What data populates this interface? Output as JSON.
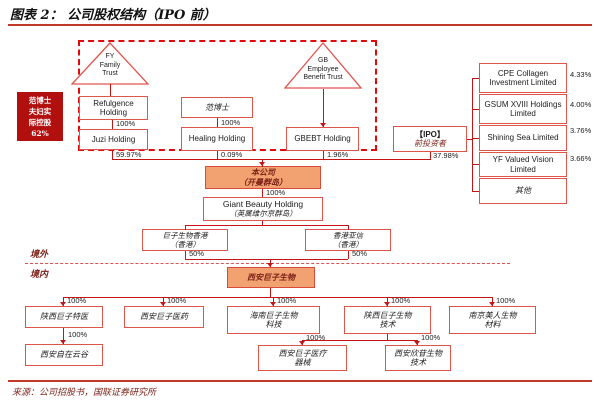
{
  "figure": {
    "title": "图表 2： 公司股权结构（IPO 前）",
    "source": "来源：公司招股书，国联证券研究所"
  },
  "annotation": {
    "lines": [
      "范博士",
      "夫妇实",
      "际控股",
      "62%"
    ]
  },
  "regions": {
    "offshore": "境外",
    "onshore": "境内"
  },
  "trusts": {
    "fy": {
      "line1": "FY",
      "line2": "Family",
      "line3": "Trust"
    },
    "gb": {
      "line1": "GB",
      "line2": "Employee",
      "line3": "Benefit Trust"
    }
  },
  "holdings": {
    "refulgence": {
      "name": "Refulgence Holding",
      "pct_to_juzi": "100%"
    },
    "fan": {
      "name": "范博士",
      "pct_to_healing": "100%"
    },
    "juzi": {
      "name": "Juzi Holding",
      "stake": "59.97%"
    },
    "healing": {
      "name": "Healing Holding",
      "stake": "0.09%"
    },
    "gbebt": {
      "name": "GBEBT Holding",
      "stake": "1.96%"
    },
    "ipo": {
      "title": "【IPO】",
      "subtitle": "前投资者",
      "stake": "37.98%"
    }
  },
  "pre_ipo_investors": [
    {
      "name": "CPE Collagen Investment Limited",
      "pct": "4.33%"
    },
    {
      "name": "GSUM XVIII Holdings Limited",
      "pct": "4.00%"
    },
    {
      "name": "Shining Sea Limited",
      "pct": "3.76%"
    },
    {
      "name": "YF Valued Vision Limited",
      "pct": "3.66%"
    },
    {
      "name": "其他"
    }
  ],
  "company": {
    "name": "本公司",
    "location": "（开曼群岛）",
    "pct_down": "100%"
  },
  "giant_beauty": {
    "name": "Giant Beauty Holding",
    "location": "（英属维尔京群岛）"
  },
  "hk": {
    "juzi_hk": {
      "name": "巨子生物香港",
      "location": "（香港）",
      "pct": "50%"
    },
    "yaxin": {
      "name": "香港亚信",
      "location": "（香港）",
      "pct": "50%"
    }
  },
  "xian_juzi": {
    "name": "西安巨子生物"
  },
  "subsidiaries": [
    {
      "name": "陕西巨子特医",
      "pct": "100%"
    },
    {
      "name": "西安巨子医药",
      "pct": "100%"
    },
    {
      "name": "海南巨子生物\n科技",
      "pct": "100%"
    },
    {
      "name": "陕西巨子生物\n技术",
      "pct": "100%"
    },
    {
      "name": "南京美人生物\n材料",
      "pct": "100%"
    }
  ],
  "level3": [
    {
      "name": "西安自在云谷",
      "pct": "100%"
    },
    {
      "name": "西安巨子医疗\n器械",
      "pct": "100%"
    },
    {
      "name": "西安欣苷生物\n技术",
      "pct": "100%"
    }
  ],
  "colors": {
    "line_red": "#C41414",
    "box_border_red": "#E0544C",
    "dashed_red": "#E00A0A",
    "orange_fill": "#F2A270",
    "annotation_bg": "#B20F0F",
    "rule_red": "#C0392B",
    "maroon_text": "#7A1F16"
  }
}
